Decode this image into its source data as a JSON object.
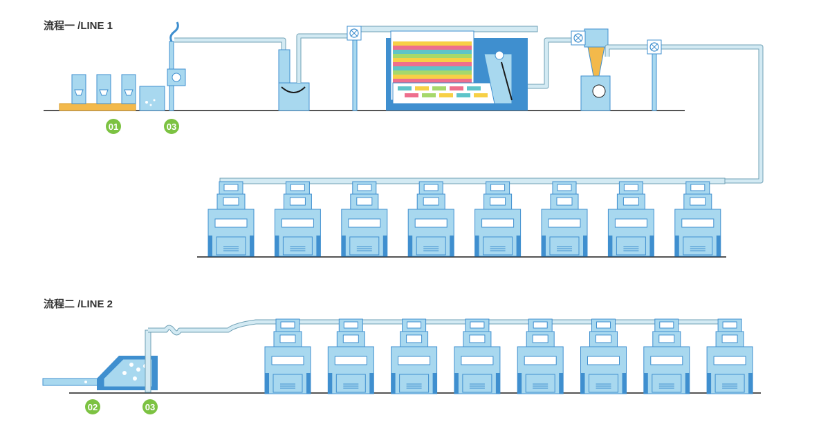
{
  "line1": {
    "title": "流程一 /LINE 1",
    "markers": [
      "01",
      "03"
    ],
    "carding_machine_count": 8
  },
  "line2": {
    "title": "流程二 /LINE 2",
    "markers": [
      "02",
      "03"
    ],
    "carding_machine_count": 8
  },
  "colors": {
    "machine_fill": "#a8d8ef",
    "machine_dark": "#3f8fcf",
    "pipe": "#d3eaf3",
    "pipe_stroke": "#6fa0b5",
    "badge": "#7cc242",
    "bale": "#f3b94b",
    "ground": "#1a1a1a"
  }
}
